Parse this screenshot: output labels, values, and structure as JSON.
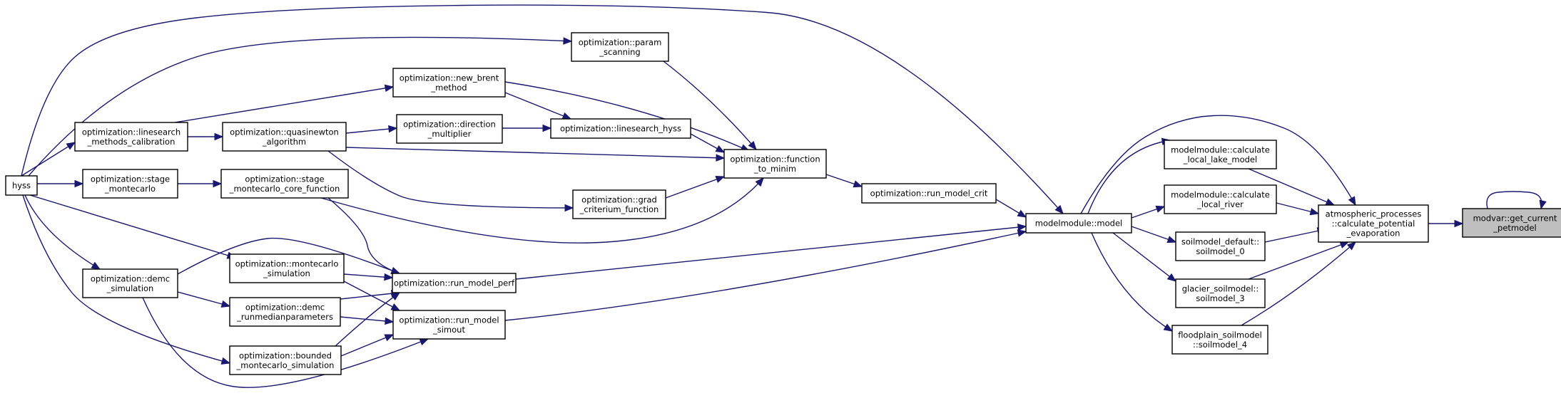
{
  "diagram": {
    "nodes": [
      {
        "id": "hyss",
        "lines": [
          "hyss"
        ]
      },
      {
        "id": "ls_calib",
        "lines": [
          "optimization::linesearch",
          "_methods_calibration"
        ]
      },
      {
        "id": "stage_mc",
        "lines": [
          "optimization::stage",
          "_montecarlo"
        ]
      },
      {
        "id": "demc_sim",
        "lines": [
          "optimization::demc",
          "_simulation"
        ]
      },
      {
        "id": "quasinewton",
        "lines": [
          "optimization::quasinewton",
          "_algorithm"
        ]
      },
      {
        "id": "stage_mc_core",
        "lines": [
          "optimization::stage",
          "_montecarlo_core_function"
        ]
      },
      {
        "id": "mc_sim",
        "lines": [
          "optimization::montecarlo",
          "_simulation"
        ]
      },
      {
        "id": "demc_runmedian",
        "lines": [
          "optimization::demc",
          "_runmedianparameters"
        ]
      },
      {
        "id": "bounded_mc",
        "lines": [
          "optimization::bounded",
          "_montecarlo_simulation"
        ]
      },
      {
        "id": "new_brent",
        "lines": [
          "optimization::new_brent",
          "_method"
        ]
      },
      {
        "id": "dir_mult",
        "lines": [
          "optimization::direction",
          "_multiplier"
        ]
      },
      {
        "id": "param_scan",
        "lines": [
          "optimization::param",
          "_scanning"
        ]
      },
      {
        "id": "ls_hyss",
        "lines": [
          "optimization::linesearch_hyss"
        ]
      },
      {
        "id": "grad_crit",
        "lines": [
          "optimization::grad",
          "_criterium_function"
        ]
      },
      {
        "id": "run_perf",
        "lines": [
          "optimization::run_model_perf"
        ]
      },
      {
        "id": "run_simout",
        "lines": [
          "optimization::run_model",
          "_simout"
        ]
      },
      {
        "id": "func_minim",
        "lines": [
          "optimization::function",
          "_to_minim"
        ]
      },
      {
        "id": "run_crit",
        "lines": [
          "optimization::run_model_crit"
        ]
      },
      {
        "id": "model",
        "lines": [
          "modelmodule::model"
        ]
      },
      {
        "id": "calc_lake",
        "lines": [
          "modelmodule::calculate",
          "_local_lake_model"
        ]
      },
      {
        "id": "calc_river",
        "lines": [
          "modelmodule::calculate",
          "_local_river"
        ]
      },
      {
        "id": "soil0",
        "lines": [
          "soilmodel_default::",
          "soilmodel_0"
        ]
      },
      {
        "id": "soil3",
        "lines": [
          "glacier_soilmodel::",
          "soilmodel_3"
        ]
      },
      {
        "id": "soil4",
        "lines": [
          "floodplain_soilmodel",
          "::soilmodel_4"
        ]
      },
      {
        "id": "atmos",
        "lines": [
          "atmospheric_processes",
          "::calculate_potential",
          "_evaporation"
        ]
      },
      {
        "id": "get_petmodel",
        "lines": [
          "modvar::get_current",
          "_petmodel"
        ]
      }
    ]
  }
}
